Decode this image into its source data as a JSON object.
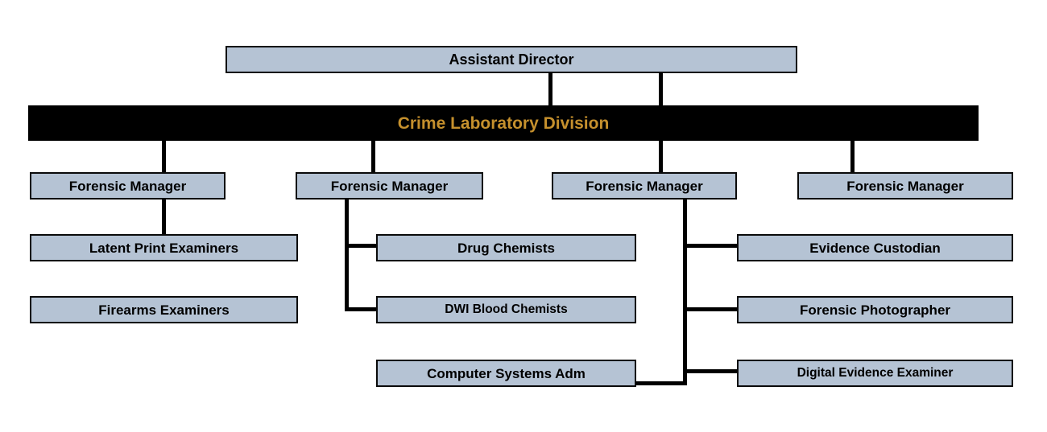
{
  "org_chart": {
    "root": {
      "label": "Assistant Director"
    },
    "division": {
      "label": "Crime Laboratory Division",
      "text_color": "#c5902d",
      "bg_color": "#000000"
    },
    "branches": [
      {
        "manager": "Forensic Manager",
        "reports": [
          "Latent Print Examiners",
          "Firearms Examiners"
        ]
      },
      {
        "manager": "Forensic Manager",
        "reports": [
          "Drug Chemists",
          "DWI Blood Chemists"
        ]
      },
      {
        "manager": "Forensic Manager",
        "reports": [
          "Evidence Custodian",
          "Forensic Photographer",
          "Digital Evidence Examiner",
          "Computer Systems Adm"
        ]
      },
      {
        "manager": "Forensic Manager",
        "reports": []
      }
    ],
    "styles": {
      "box_fill": "#b5c3d4",
      "box_border": "#000000",
      "connector_color": "#000000",
      "background": "#ffffff"
    }
  }
}
